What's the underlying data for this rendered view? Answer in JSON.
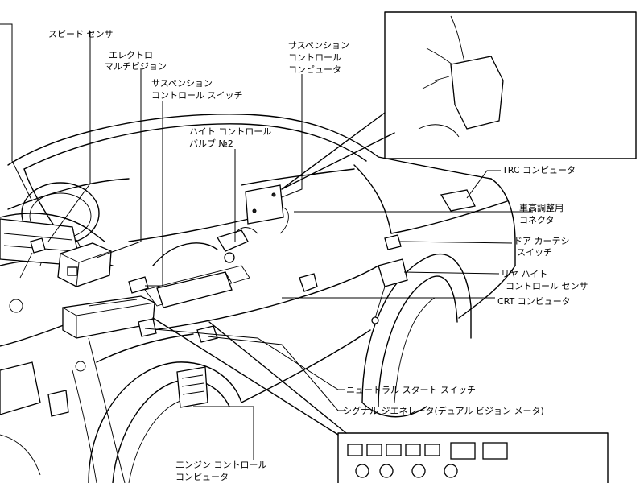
{
  "labels": {
    "speed_sensor": "スピード センサ",
    "electro_multivision_1": "エレクトロ",
    "electro_multivision_2": "マルチビジョン",
    "susp_switch_1": "サスペンション",
    "susp_switch_2": "コントロール スイッチ",
    "height_valve_1": "ハイト コントロール",
    "height_valve_2": "バルブ №2",
    "susp_computer_1": "サスペンション",
    "susp_computer_2": "コントロール",
    "susp_computer_3": "コンピュータ",
    "trc_computer": "TRC コンピュータ",
    "height_connector_1": "車高調整用",
    "height_connector_2": "コネクタ",
    "door_switch_1": "ドア カーテシ",
    "door_switch_2": "スイッチ",
    "rear_sensor_1": "リヤ ハイト",
    "rear_sensor_2": "コントロール センサ",
    "crt_computer": "CRT コンピュータ",
    "neutral_switch": "ニュートラル スタート スイッチ",
    "signal_generator": "シグナル ジエネレータ(デュアル ビジョン メータ)",
    "engine_computer_1": "エンジン コントロール",
    "engine_computer_2": "コンピュータ"
  }
}
